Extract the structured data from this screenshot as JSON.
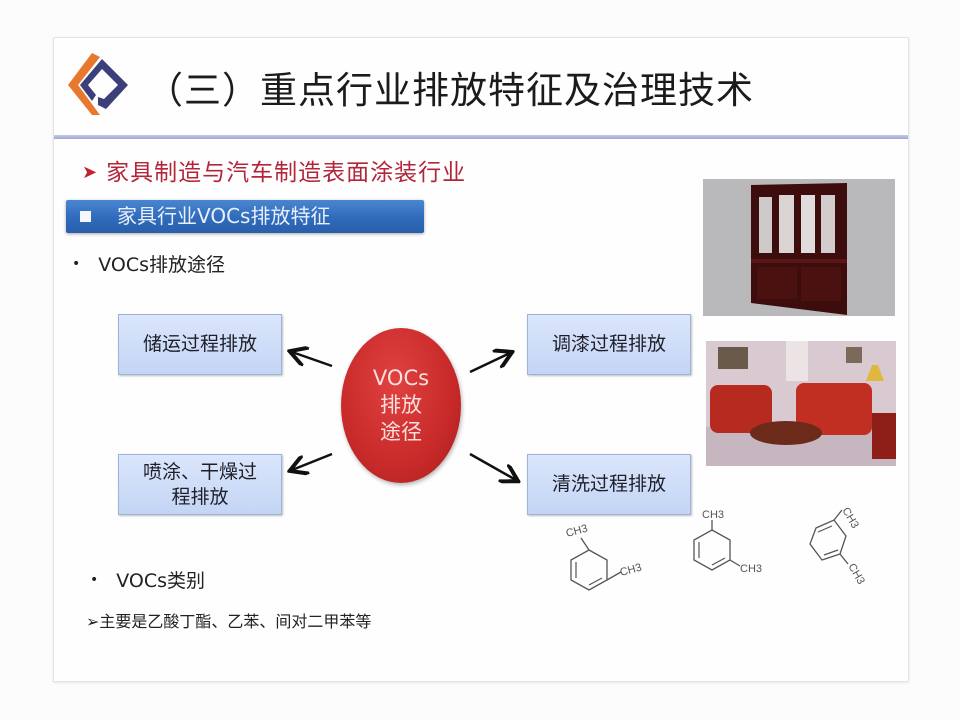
{
  "slide": {
    "title": "（三）重点行业排放特征及治理技术",
    "subtitle_arrow": "➤",
    "subtitle": "家具制造与汽车制造表面涂装行业",
    "section_header": "家具行业VOCs排放特征",
    "bullet_1": "VOCs排放途径",
    "bullet_2": "VOCs类别",
    "note_arrow": "➢",
    "note": "主要是乙酸丁酯、乙苯、间对二甲苯等"
  },
  "diagram": {
    "center_lines": [
      "VOCs",
      "排放",
      "途径"
    ],
    "boxes": {
      "top_left": "储运过程排放",
      "top_right": "调漆过程排放",
      "bottom_left_line1": "喷涂、干燥过",
      "bottom_left_line2": "程排放",
      "bottom_right": "清洗过程排放"
    }
  },
  "images": {
    "cabinet": "wooden-display-cabinet-photo",
    "sofa": "red-leather-sofa-living-room-photo"
  },
  "molecules": [
    {
      "label_1": "CH3",
      "label_2": "CH3"
    },
    {
      "label_1": "CH3",
      "label_2": "CH3"
    },
    {
      "label_1": "CH3",
      "label_2": "CH3"
    }
  ],
  "colors": {
    "title_rule": "#9da8d2",
    "subtitle_red": "#b3263a",
    "section_blue": "#2f6bbb",
    "box_blue": "#c3d5f5",
    "ellipse_red": "#c82a2a",
    "logo_orange": "#e8782e",
    "logo_navy": "#3b3f7a"
  }
}
